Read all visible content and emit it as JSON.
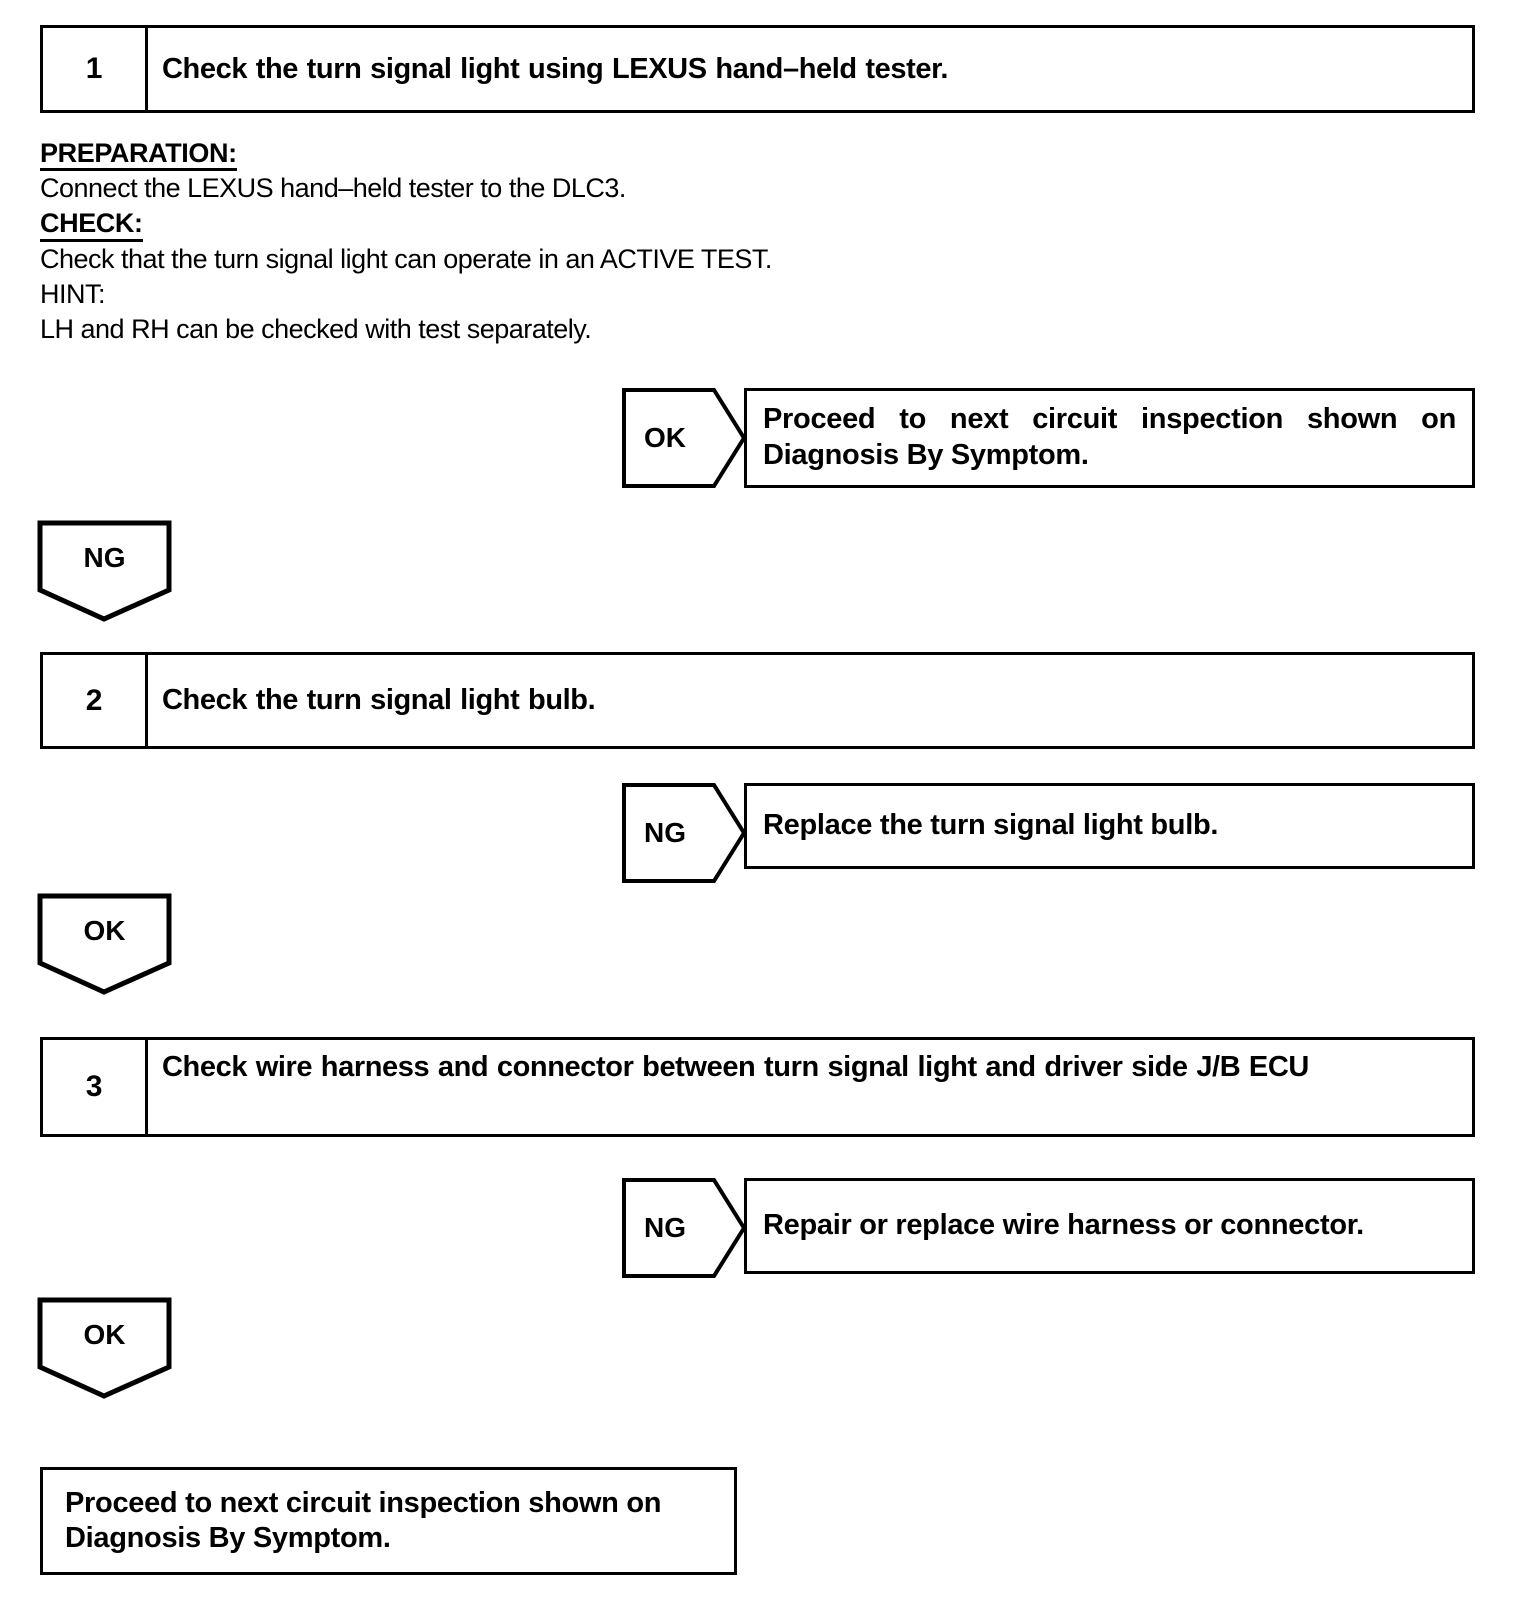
{
  "document": {
    "type": "diagnostic-flowchart",
    "background_color": "#ffffff",
    "ink_color": "#000000"
  },
  "steps": [
    {
      "number": "1",
      "title": "Check the turn signal light using LEXUS hand–held tester."
    },
    {
      "number": "2",
      "title": "Check the turn signal light bulb."
    },
    {
      "number": "3",
      "title": "Check wire harness and connector between turn signal light and driver side J/B ECU"
    }
  ],
  "detail": {
    "preparation_label": "PREPARATION:",
    "preparation_text": "Connect the LEXUS hand–held tester to the DLC3.",
    "check_label": "CHECK:",
    "check_text": "Check that the turn signal light can operate in an ACTIVE TEST.",
    "hint_label": "HINT:",
    "hint_text": "LH and RH can be checked with test separately."
  },
  "judgements": {
    "step1_ok": "OK",
    "step1_ng": "NG",
    "step2_ng": "NG",
    "step2_ok": "OK",
    "step3_ng": "NG",
    "step3_ok": "OK"
  },
  "results": {
    "step1_ok_action": "Proceed to next circuit inspection shown on Diagnosis By Symptom.",
    "step2_ng_action": "Replace the turn signal light bulb.",
    "step3_ng_action": "Repair or replace wire harness or connector.",
    "final_action": "Proceed to next circuit inspection shown on Diagnosis By Symptom."
  }
}
